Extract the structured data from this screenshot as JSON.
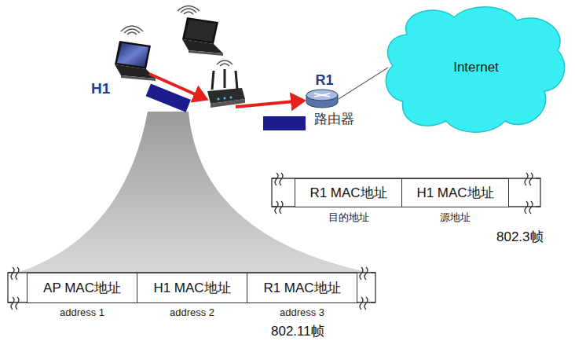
{
  "diagram": {
    "nodes": [
      {
        "text": [
          "R1",
          "路由器"
        ]
      },
      {
        "text": [
          "Internet"
        ]
      },
      {
        "text": [
          "R1 MAC地址",
          "目的地址"
        ]
      },
      {
        "text": [
          "H1 MAC地址",
          "源地址"
        ]
      },
      {
        "text": [
          "AP MAC地址",
          "address 1"
        ]
      },
      {
        "text": [
          "H1 MAC地址",
          "address 2"
        ]
      },
      {
        "text": [
          "R1 MAC地址",
          "address 3"
        ]
      }
    ],
    "edges": [
      {
        "from": 0,
        "to": 1,
        "arrow": "none"
      }
    ],
    "labels": [
      "H1",
      "802.3帧",
      "802.11帧"
    ]
  }
}
